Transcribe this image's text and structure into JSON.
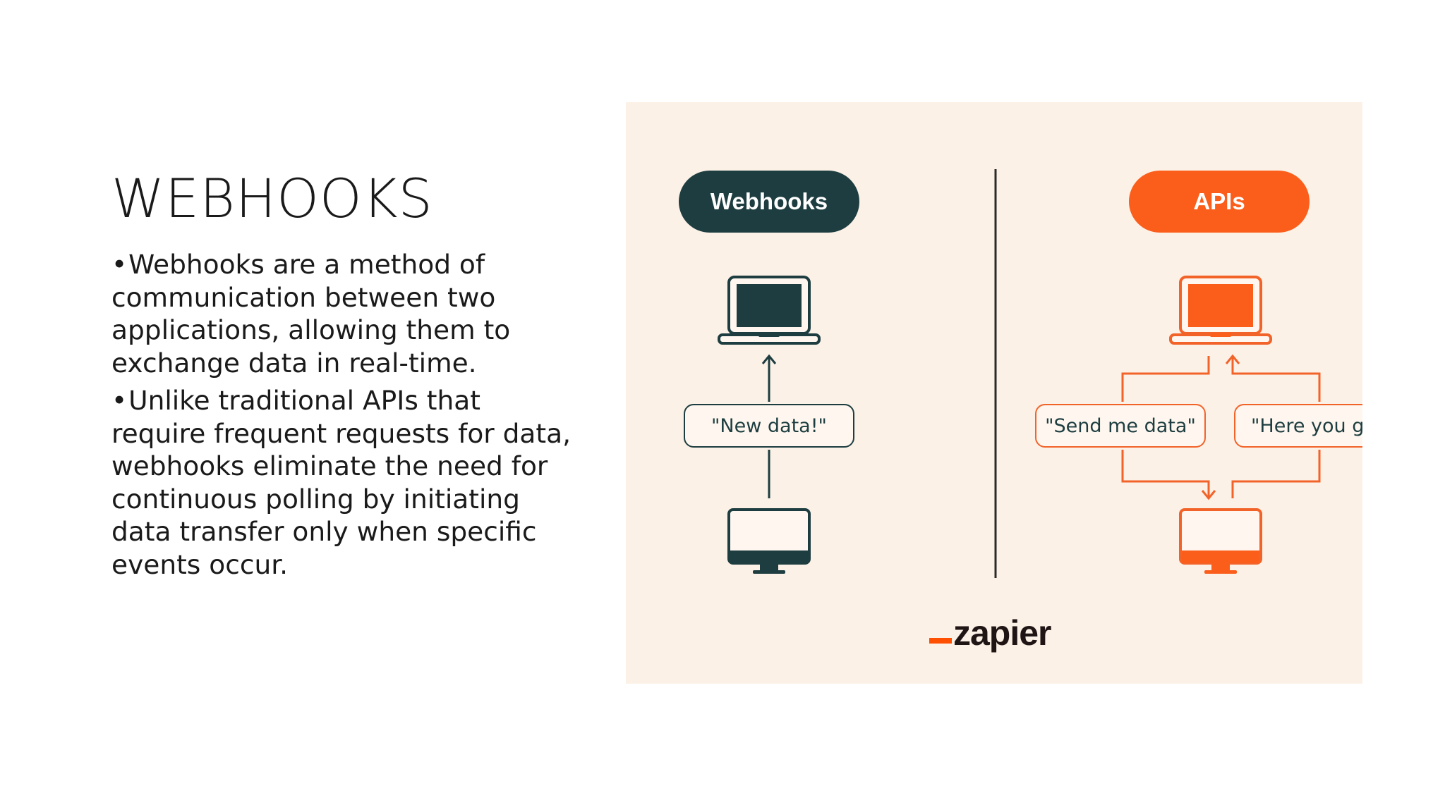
{
  "slide": {
    "title": "WEBHOOKS",
    "bullets": [
      "Webhooks are a method of communication between two applications, allowing them to exchange data in real-time.",
      "Unlike traditional APIs that require frequent requests for data, webhooks eliminate the need for continuous polling by initiating data transfer only when specific events occur."
    ],
    "bullet_symbol": "•"
  },
  "diagram": {
    "left_label": "Webhooks",
    "right_label": "APIs",
    "webhook_message": "\"New data!\"",
    "api_request_message": "\"Send me data\"",
    "api_response_message": "\"Here you g",
    "logo_text": "zapier",
    "colors": {
      "background": "#fcf1e6",
      "webhooks": "#1d3d40",
      "apis": "#fb5e1b",
      "logo_accent": "#ff4f00"
    },
    "icons": [
      "laptop-icon",
      "desktop-monitor-icon",
      "arrow-up-icon",
      "arrow-down-icon"
    ]
  }
}
